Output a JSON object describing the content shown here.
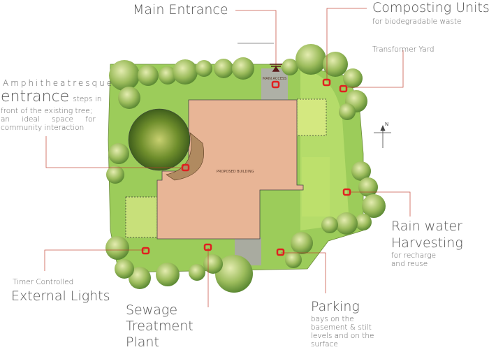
{
  "labels": {
    "main_entrance": "Main Entrance",
    "composting_title": "Composting Units",
    "composting_sub": "for biodegradable waste",
    "transformer": "Transformer Yard",
    "amph_line1": "Amphitheatresque",
    "amph_line2": "entrance",
    "amph_line2b": "steps in",
    "amph_desc": [
      "front of the existing tree;",
      "an ideal space for",
      "community interaction"
    ],
    "rain_line1": "Rain water",
    "rain_line2": "Harvesting",
    "rain_sub": [
      "for recharge",
      "and reuse"
    ],
    "timer_sub": "Timer Controlled",
    "timer_title": "External Lights",
    "sewage": [
      "Sewage",
      "Treatment",
      "Plant"
    ],
    "parking_title": "Parking",
    "parking_sub": [
      "bays on the",
      "basement & stilt",
      "levels and on the",
      "surface"
    ]
  },
  "plan": {
    "building": "PROPOSED BUILDING",
    "main_access": "MAIN ACCESS",
    "north": "N"
  },
  "colors": {
    "lawn": "#9ccc5a",
    "lawn_light": "#c4e07a",
    "building": "#e8b596",
    "paving": "#a9a9a0",
    "leader": "#c0392b",
    "marker": "#e02020"
  }
}
